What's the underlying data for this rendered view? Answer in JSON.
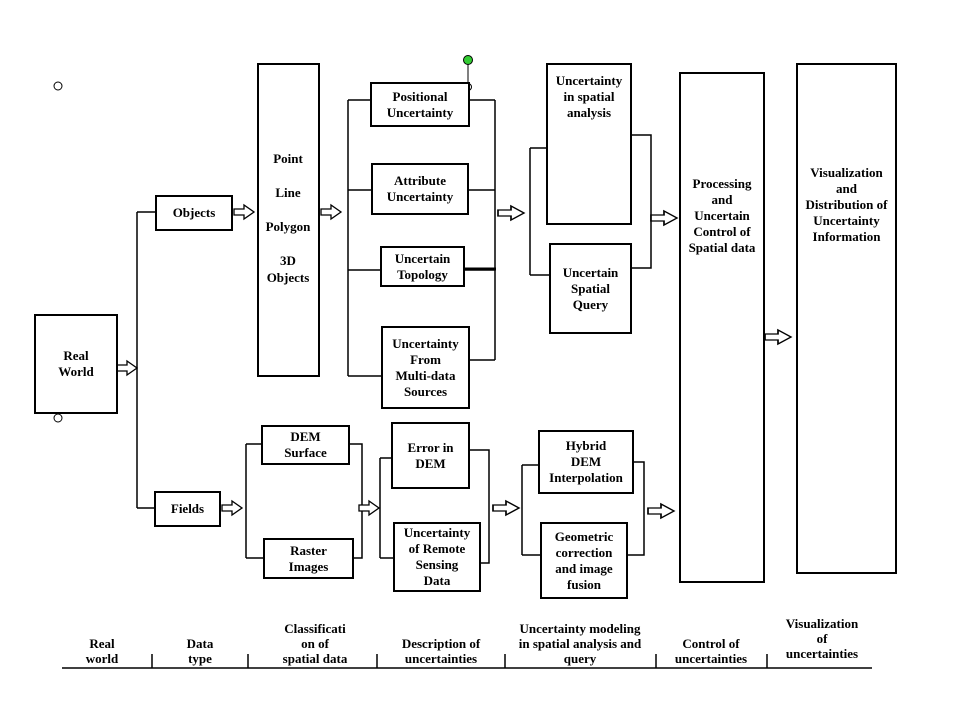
{
  "nodes": {
    "real_world": "Real\nWorld",
    "objects": "Objects",
    "fields": "Fields",
    "object_types": [
      "Point",
      "Line",
      "Polygon",
      "3D",
      "Objects"
    ],
    "dem_surface": "DEM\nSurface",
    "raster_images": "Raster\nImages",
    "positional_uncertainty": "Positional\nUncertainty",
    "attribute_uncertainty": "Attribute\nUncertainty",
    "uncertain_topology": "Uncertain\nTopology",
    "multi_source_uncertainty": "Uncertainty\nFrom\nMulti-data\nSources",
    "error_in_dem": "Error in\nDEM",
    "remote_sensing_uncertainty": "Uncertainty\nof Remote\nSensing\nData",
    "spatial_analysis_uncertainty": "Uncertainty\nin spatial\nanalysis",
    "uncertain_spatial_query": "Uncertain\nSpatial\nQuery",
    "hybrid_dem_interpolation": "Hybrid\nDEM\nInterpolation",
    "geometric_correction": "Geometric\ncorrection\nand image\nfusion",
    "processing_control": "Processing\nand\nUncertain\nControl of\nSpatial data",
    "visualization_distribution": "Visualization\nand\nDistribution of\nUncertainty\nInformation"
  },
  "footer": {
    "columns": [
      "Real\nworld",
      "Data\ntype",
      "Classificati\non of\nspatial data",
      "Description of\nuncertainties",
      "Uncertainty modeling\nin spatial analysis and\nquery",
      "Control of\nuncertainties",
      "Visualization\nof\nuncertainties"
    ]
  },
  "colors": {
    "line": "#000000",
    "handle_green": "#33cc33"
  }
}
